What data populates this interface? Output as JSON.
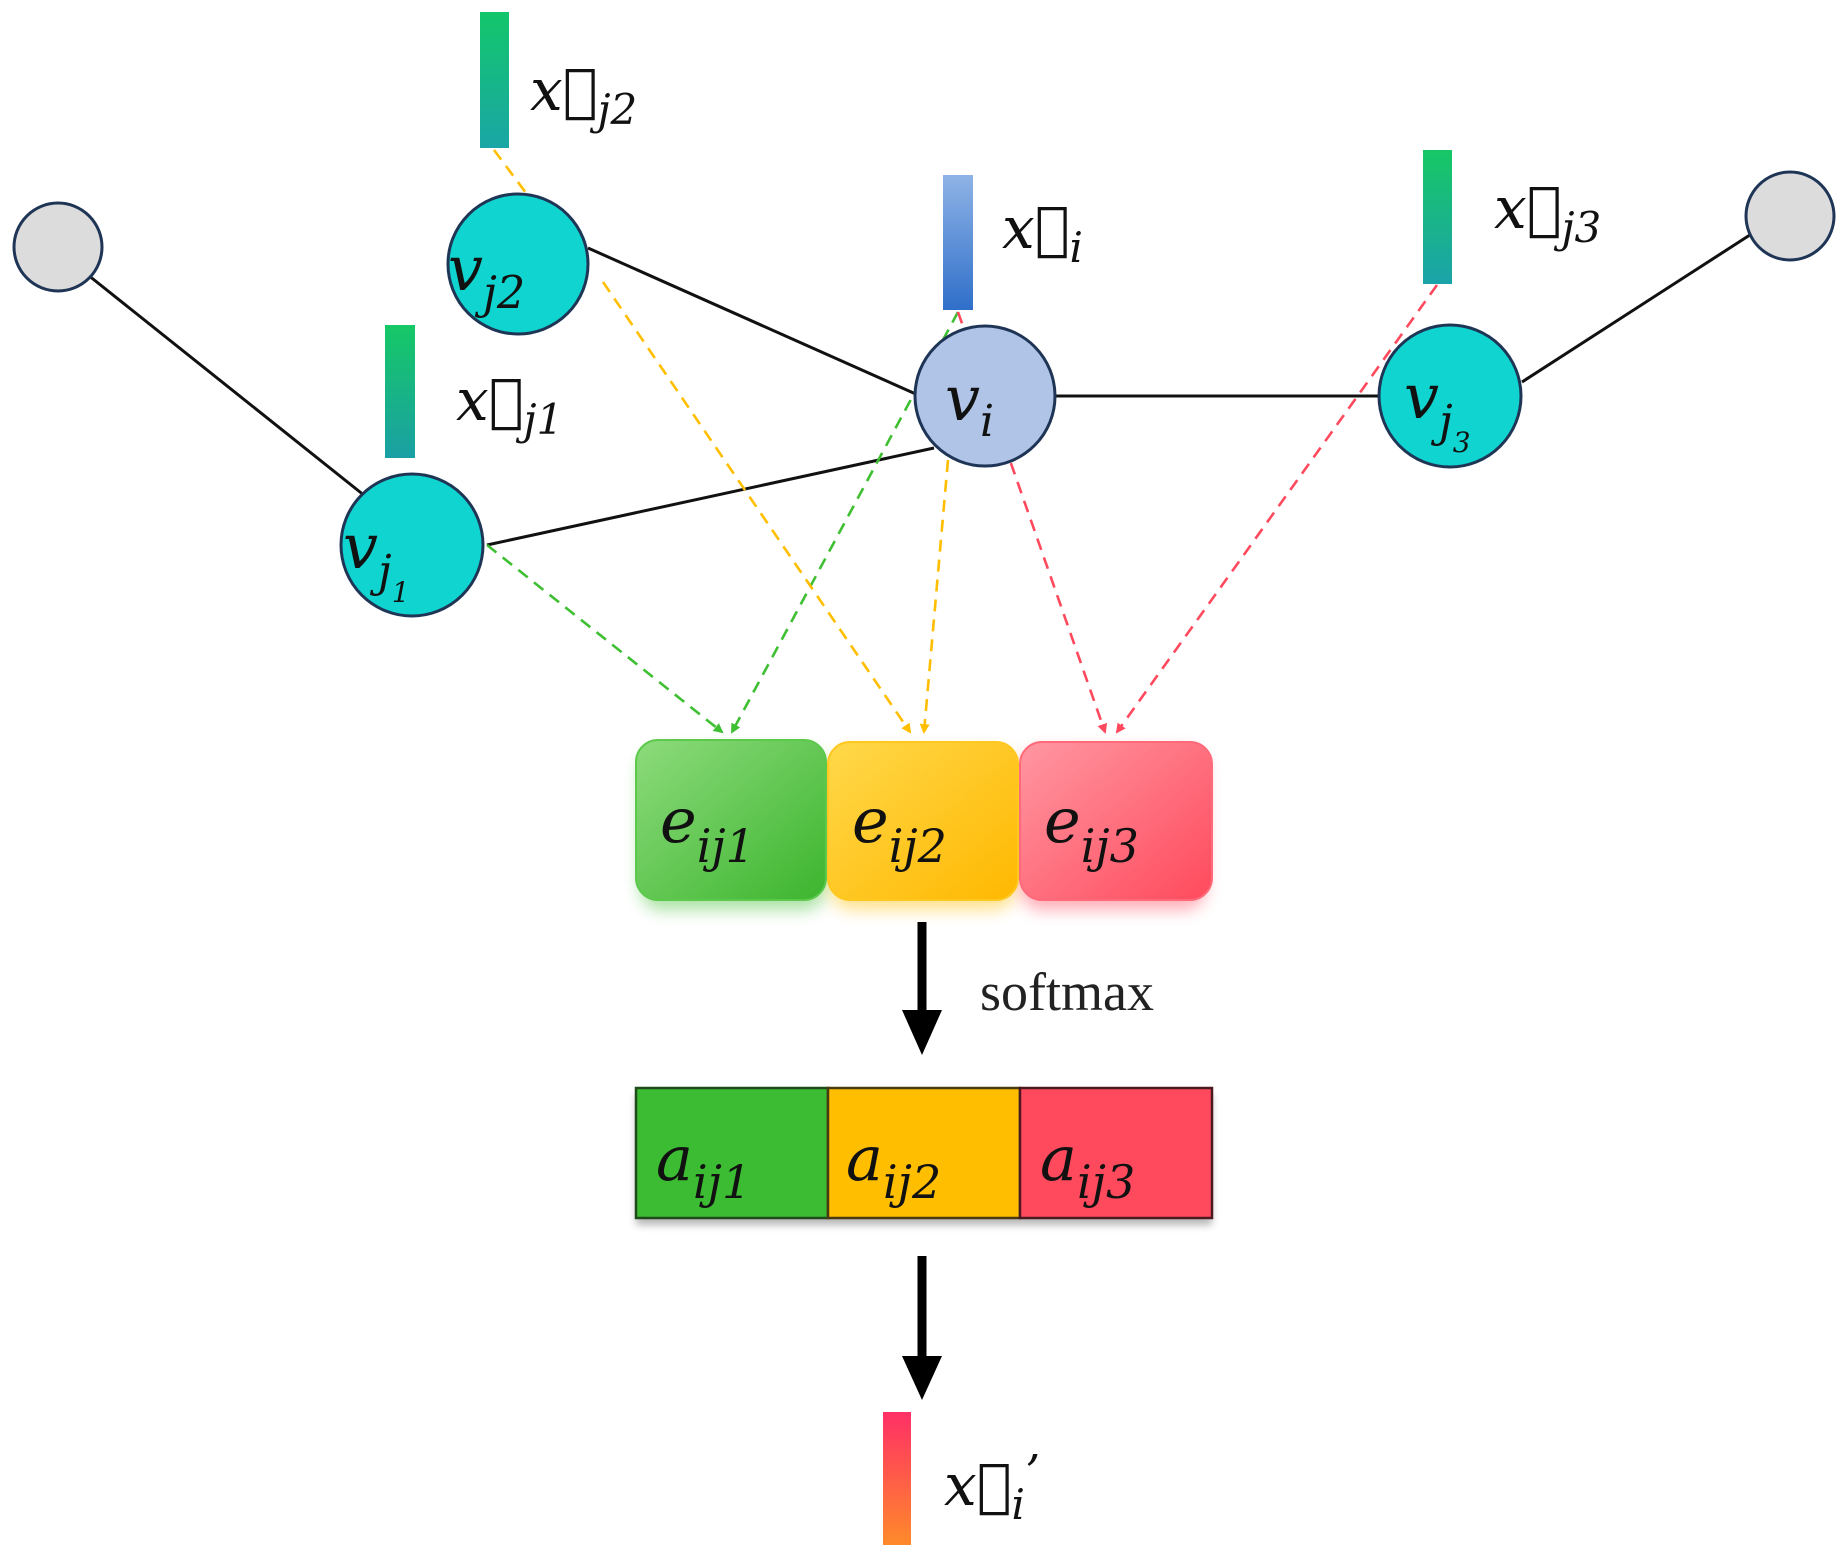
{
  "colors": {
    "neighbor_fill": "#10D4D0",
    "center_fill": "#AFC4E6",
    "other_fill": "#DCDCDC",
    "node_stroke": "#1F3556",
    "green": "#3FBF32",
    "yellow": "#FFBE00",
    "red": "#FF4A5E",
    "edge": "#111111"
  },
  "nodes": {
    "vj2": {
      "base": "v",
      "sub": "j2"
    },
    "vi": {
      "base": "v",
      "sub": "i"
    },
    "vj1": {
      "base": "v",
      "sub": "j",
      "subsub": "1"
    },
    "vj3": {
      "base": "v",
      "sub": "j",
      "subsub": "3"
    }
  },
  "features": {
    "xj2": {
      "sub": "j2"
    },
    "xi": {
      "sub": "i"
    },
    "xj3": {
      "sub": "j3"
    },
    "xj1": {
      "sub": "j1"
    },
    "xi_out": {
      "sub": "i",
      "suffix": "’"
    }
  },
  "scores": [
    {
      "base": "e",
      "sub": "ij1",
      "color": "green"
    },
    {
      "base": "e",
      "sub": "ij2",
      "color": "yellow"
    },
    {
      "base": "e",
      "sub": "ij3",
      "color": "red"
    }
  ],
  "weights": [
    {
      "base": "a",
      "sub": "ij1",
      "color": "green"
    },
    {
      "base": "a",
      "sub": "ij2",
      "color": "yellow"
    },
    {
      "base": "a",
      "sub": "ij3",
      "color": "red"
    }
  ],
  "softmax_label": "softmax"
}
